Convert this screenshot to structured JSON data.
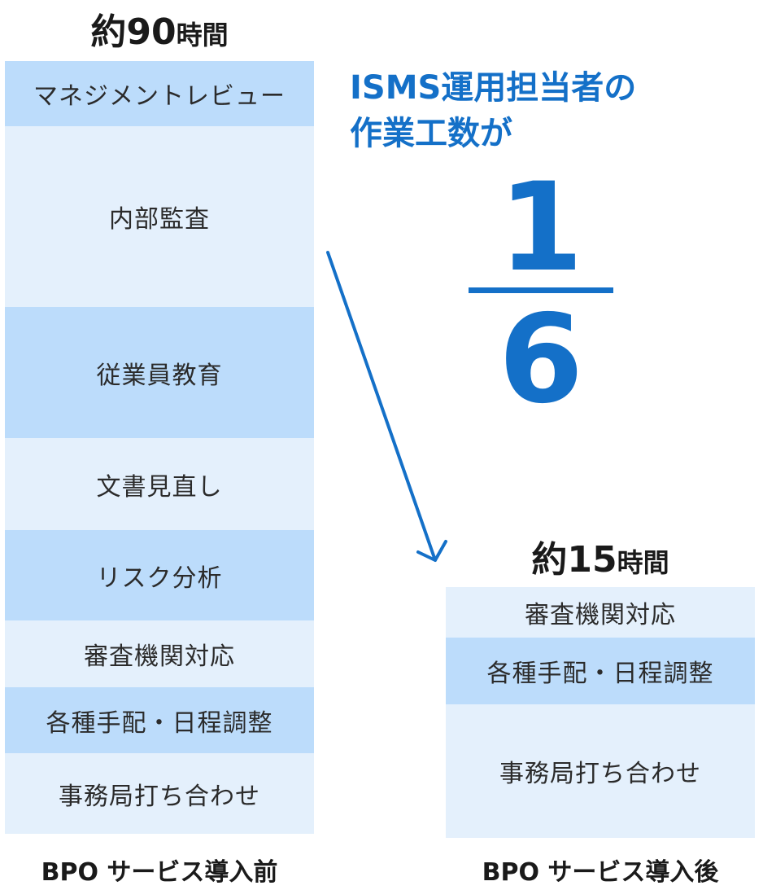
{
  "before": {
    "title_number": "約90",
    "title_unit": "時間",
    "blocks": [
      {
        "label": "マネジメントレビュー",
        "shade": "dark"
      },
      {
        "label": "内部監査",
        "shade": "light"
      },
      {
        "label": "従業員教育",
        "shade": "dark"
      },
      {
        "label": "文書見直し",
        "shade": "light"
      },
      {
        "label": "リスク分析",
        "shade": "dark"
      },
      {
        "label": "審査機関対応",
        "shade": "light"
      },
      {
        "label": "各種手配・日程調整",
        "shade": "dark"
      },
      {
        "label": "事務局打ち合わせ",
        "shade": "light"
      }
    ],
    "footer": "BPO サービス導入前"
  },
  "after": {
    "title_number": "約15",
    "title_unit": "時間",
    "blocks": [
      {
        "label": "審査機関対応",
        "shade": "light"
      },
      {
        "label": "各種手配・日程調整",
        "shade": "dark"
      },
      {
        "label": "事務局打ち合わせ",
        "shade": "light"
      }
    ],
    "footer": "BPO サービス導入後"
  },
  "headline": {
    "line1": "ISMS運用担当者の",
    "line2": "作業工数が"
  },
  "fraction": {
    "numerator": "1",
    "denominator": "6"
  },
  "colors": {
    "accent_blue": "#1470c8",
    "block_dark": "#bcdcfb",
    "block_light": "#e4f0fc"
  }
}
